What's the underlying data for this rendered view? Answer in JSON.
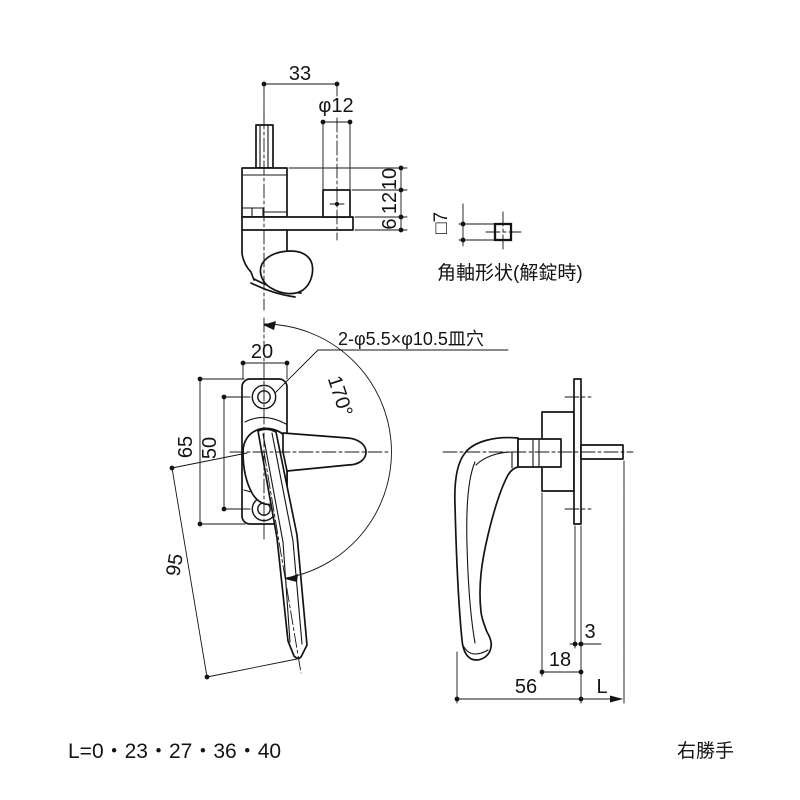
{
  "top_view": {
    "dim_offset": "33",
    "dim_roller_dia": "φ12",
    "dim_h_top": "10",
    "dim_h_mid": "12",
    "dim_h_bot": "6"
  },
  "shaft_detail": {
    "dim_square": "□7",
    "caption": "角軸形状(解錠時)"
  },
  "front_view": {
    "dim_plate_width": "20",
    "dim_plate_height": "65",
    "dim_hole_pitch": "50",
    "dim_lever_length": "95",
    "dim_angle": "170°",
    "note_holes": "2-φ5.5×φ10.5皿穴"
  },
  "side_view": {
    "dim_flange_thickness": "3",
    "dim_body_depth": "18",
    "dim_total_depth": "56",
    "dim_shaft_length": "L"
  },
  "footer": {
    "lengths": "L=0・23・27・36・40",
    "handing": "右勝手"
  }
}
